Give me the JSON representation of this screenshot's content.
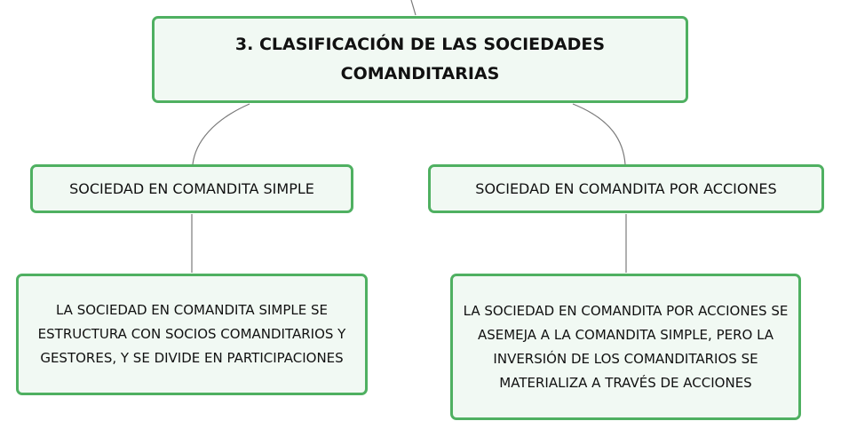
{
  "diagram": {
    "root": {
      "label": "3. CLASIFICACIÓN DE LAS SOCIEDADES COMANDITARIAS"
    },
    "branches": [
      {
        "label": "SOCIEDAD EN COMANDITA SIMPLE",
        "detail": "LA SOCIEDAD EN COMANDITA SIMPLE SE ESTRUCTURA CON SOCIOS COMANDITARIOS Y GESTORES, Y SE DIVIDE EN PARTICIPACIONES"
      },
      {
        "label": "SOCIEDAD EN COMANDITA POR ACCIONES",
        "detail": "LA SOCIEDAD EN COMANDITA POR ACCIONES SE ASEMEJA A LA COMANDITA SIMPLE, PERO LA INVERSIÓN DE LOS COMANDITARIOS SE MATERIALIZA A TRAVÉS DE ACCIONES"
      }
    ],
    "colors": {
      "node_border": "#4fb061",
      "node_fill": "#f1f9f3",
      "connector": "#7a7a7a",
      "text": "#111111"
    }
  }
}
